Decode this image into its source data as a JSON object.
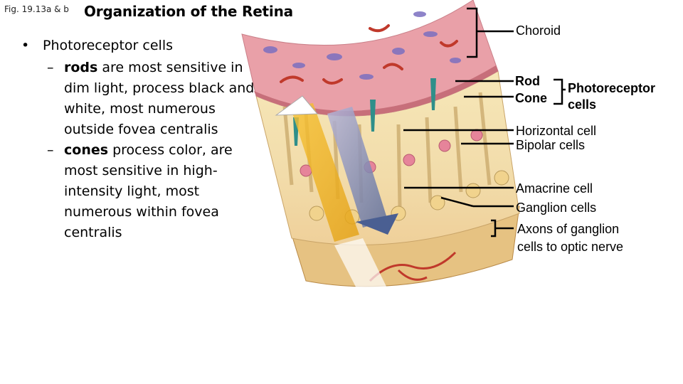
{
  "header": {
    "fig_ref": "Fig. 19.13a & b",
    "title": "Organization of the Retina"
  },
  "bullets": [
    {
      "text": "Photoreceptor cells",
      "subitems": [
        {
          "bold": "rods",
          "rest": " are most sensitive in dim light, process black and white, most numerous outside fovea centralis"
        },
        {
          "bold": "cones",
          "rest": " process color, are most sensitive in high-intensity light, most numerous within fovea centralis"
        }
      ]
    }
  ],
  "labels": {
    "choroid": "Choroid",
    "rod": "Rod",
    "cone": "Cone",
    "photoreceptor_1": "Photoreceptor",
    "photoreceptor_2": "cells",
    "horizontal": "Horizontal cell",
    "bipolar": "Bipolar cells",
    "amacrine": "Amacrine cell",
    "ganglion": "Ganglion cells",
    "axons_1": "Axons of ganglion",
    "axons_2": "cells to optic nerve"
  },
  "colors": {
    "choroid": "#e9a0a8",
    "retina": "#f3dfa9",
    "light_arrow": "#f2b01a",
    "signal_arrow": "#6e7fb0",
    "vessel": "#c0392b"
  }
}
